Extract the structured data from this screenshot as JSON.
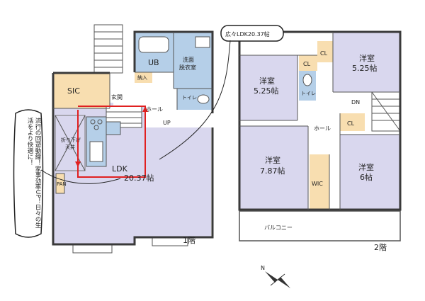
{
  "floor1": {
    "label": "1階",
    "rooms": {
      "sic": "SIC",
      "genkan": "玄関",
      "ub": "UB",
      "senmen": "洗面\n脱衣室",
      "nyuko": "納入",
      "toilet": "トイレ",
      "hall": "ホール",
      "up": "UP",
      "fukinuke": "折り下げ\n天井",
      "ldk": "LDK",
      "ldk_size": "20.37帖",
      "pan": "PAN"
    }
  },
  "floor2": {
    "label": "2階",
    "rooms": {
      "cl_a": "CL",
      "cl_b": "CL",
      "cl_c": "CL",
      "west_room_name": "洋室",
      "west_room_size": "5.25帖",
      "ne_room_name": "洋室",
      "ne_room_size": "5.25帖",
      "toilet": "トイレ",
      "dn": "DN",
      "hall": "ホール",
      "sw_room_name": "洋室",
      "sw_room_size": "7.87帖",
      "se_room_name": "洋室",
      "se_room_size": "6帖",
      "wic": "WIC",
      "balcony": "バルコニー"
    }
  },
  "callout_top": "広々LDK20.37帖",
  "callout_left": "流行の回遊動線！家事効率UP！日々の生活をより快適に！",
  "compass_label": "N",
  "colors": {
    "room": "#d9d7ee",
    "wet": "#b5cfe8",
    "storage": "#f8deb0",
    "wall": "#3a3a3a",
    "route": "#e02020"
  }
}
